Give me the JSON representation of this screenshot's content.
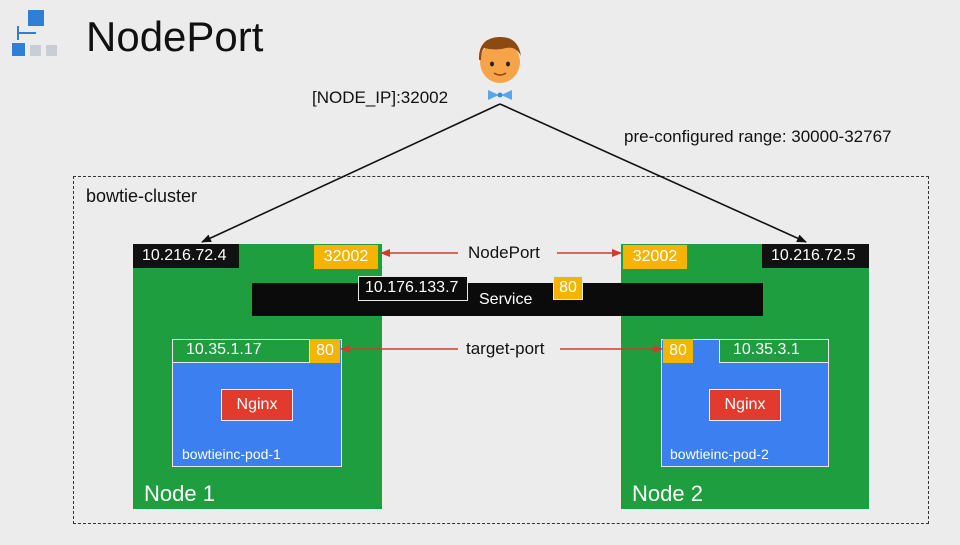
{
  "title": "NodePort",
  "icons": {
    "logo": "node-diagram-icon",
    "user": "user-avatar-icon"
  },
  "access_label": "[NODE_IP]:32002",
  "range_label": "pre-configured range: 30000-32767",
  "cluster_label": "bowtie-cluster",
  "nodeport_label": "NodePort",
  "target_port_label": "target-port",
  "service": {
    "label": "Service",
    "cluster_ip": "10.176.133.7",
    "port": "80"
  },
  "nodes": [
    {
      "name": "Node 1",
      "ip": "10.216.72.4",
      "node_port": "32002",
      "pod": {
        "ip": "10.35.1.17",
        "port": "80",
        "app": "Nginx",
        "name": "bowtieinc-pod-1"
      }
    },
    {
      "name": "Node 2",
      "ip": "10.216.72.5",
      "node_port": "32002",
      "pod": {
        "ip": "10.35.3.1",
        "port": "80",
        "app": "Nginx",
        "name": "bowtieinc-pod-2"
      }
    }
  ],
  "colors": {
    "node": "#1e9e3e",
    "pod": "#3b7ff0",
    "nginx": "#e23b2e",
    "port": "#f5b400",
    "label_bg": "#111111",
    "arrow_red": "#d33a2c"
  }
}
